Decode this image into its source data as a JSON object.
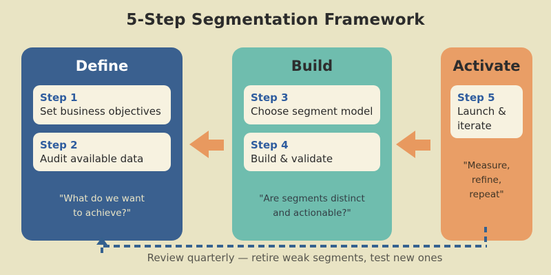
{
  "title": "5-Step Segmentation Framework",
  "colors": {
    "background": "#e9e4c4",
    "define_panel": "#3a608f",
    "build_panel": "#6fbdae",
    "activate_panel": "#e99e66",
    "card": "#f7f2e0",
    "step_label": "#2e5c9e",
    "arrow": "#e8995f",
    "feedback_line": "#35618f"
  },
  "panels": [
    {
      "title": "Define",
      "cards": [
        {
          "label": "Step 1",
          "text": "Set business objectives"
        },
        {
          "label": "Step 2",
          "text": "Audit available data"
        }
      ],
      "quote": "\"What do we want\nto achieve?\""
    },
    {
      "title": "Build",
      "cards": [
        {
          "label": "Step 3",
          "text": "Choose segment model"
        },
        {
          "label": "Step 4",
          "text": "Build & validate"
        }
      ],
      "quote": "\"Are segments distinct\nand actionable?\""
    },
    {
      "title": "Activate",
      "cards": [
        {
          "label": "Step 5",
          "text": "Launch & iterate"
        }
      ],
      "quote": "\"Measure,\nrefine,\nrepeat\""
    }
  ],
  "feedback": {
    "caption": "Review quarterly — retire weak segments, test new ones"
  }
}
